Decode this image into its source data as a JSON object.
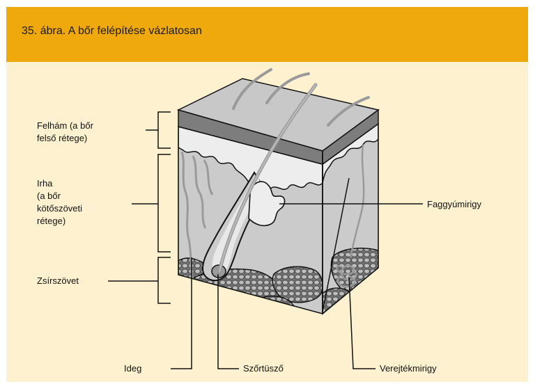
{
  "figure": {
    "caption": "35. ábra. A bőr felépítése vázlatosan"
  },
  "labels": {
    "felham_line1": "Felhám (a bőr",
    "felham_line2": "felső rétege)",
    "irha_line1": "Irha",
    "irha_line2": "(a bőr",
    "irha_line3": "kötőszöveti",
    "irha_line4": "rétege)",
    "zsirszovet": "Zsírszövet",
    "faggyumirigy": "Faggyúmirigy",
    "ideg": "Ideg",
    "szortuszo": "Szőrtüsző",
    "verejtekmirigy": "Verejtékmirigy"
  },
  "colors": {
    "header": "#f0a90c",
    "background": "#fdf1cf",
    "skin_top": "#c8c8c8",
    "epidermis": "#7d7d7d",
    "dermis": "#cbcbcb",
    "fat": "#9a9a9a",
    "outline": "#111111"
  }
}
